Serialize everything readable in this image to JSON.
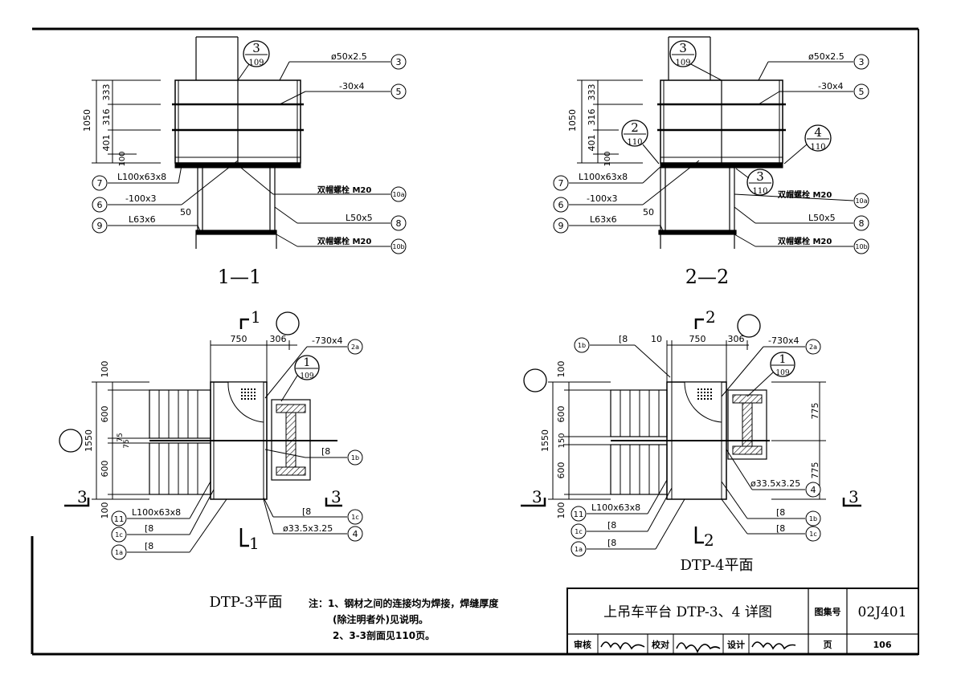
{
  "drawing": {
    "title": "上吊车平台 DTP-3、4 详图",
    "atlas_label": "图集号",
    "atlas_no": "02J401",
    "page_label": "页",
    "page_no": "106",
    "review_label": "审核",
    "check_label": "校对",
    "design_label": "设计"
  },
  "notes": {
    "line1": "注：1、钢材之间的连接均为焊接，焊缝厚度",
    "line2": "(除注明者外)见说明。",
    "line3": "2、3-3剖面见110页。"
  },
  "section_1": {
    "title": "1—1",
    "dims": {
      "total": "1050",
      "d1": "333",
      "d2": "316",
      "d3": "401",
      "d4": "100",
      "d50": "50"
    },
    "ref_top": {
      "num": "3",
      "den": "109"
    },
    "callouts": [
      {
        "text": "ø50x2.5",
        "tag": "3"
      },
      {
        "text": "-30x4",
        "tag": "5"
      },
      {
        "text": "双帽螺栓 M20",
        "tag": "10a"
      },
      {
        "text": "L50x5",
        "tag": "8"
      },
      {
        "text": "双帽螺栓 M20",
        "tag": "10b"
      }
    ],
    "left_callouts": [
      {
        "tag": "7",
        "text": "L100x63x8"
      },
      {
        "tag": "6",
        "text": "-100x3"
      },
      {
        "tag": "9",
        "text": "L63x6"
      }
    ]
  },
  "section_2": {
    "title": "2—2",
    "dims": {
      "total": "1050",
      "d1": "333",
      "d2": "316",
      "d3": "401",
      "d4": "100",
      "d50": "50"
    },
    "ref_top": {
      "num": "3",
      "den": "109"
    },
    "ref_a": {
      "num": "2",
      "den": "110"
    },
    "ref_b": {
      "num": "4",
      "den": "110"
    },
    "ref_c": {
      "num": "3",
      "den": "110"
    },
    "callouts": [
      {
        "text": "ø50x2.5",
        "tag": "3"
      },
      {
        "text": "-30x4",
        "tag": "5"
      },
      {
        "text": "双帽螺栓 M20",
        "tag": "10a"
      },
      {
        "text": "L50x5",
        "tag": "8"
      },
      {
        "text": "双帽螺栓 M20",
        "tag": "10b"
      }
    ],
    "left_callouts": [
      {
        "tag": "7",
        "text": "L100x63x8"
      },
      {
        "tag": "6",
        "text": "-100x3"
      },
      {
        "tag": "9",
        "text": "L63x6"
      }
    ]
  },
  "plan_3": {
    "title": "DTP-3平面",
    "cut_top": "1",
    "cut_bottom": "1",
    "cut_side": "3",
    "dims_h": {
      "a": "750",
      "b": "306"
    },
    "dims_v": {
      "total": "1550",
      "a": "100",
      "b": "600",
      "c": "75",
      "d": "75",
      "e": "600",
      "f": "100"
    },
    "ref": {
      "num": "1",
      "den": "109"
    },
    "callouts": [
      {
        "text": "-730x4",
        "tag": "2a"
      },
      {
        "text": "[8",
        "tag": "1b"
      },
      {
        "text": "[8",
        "tag": "1c"
      },
      {
        "text": "ø33.5x3.25",
        "tag": "4"
      }
    ],
    "left_callouts": [
      {
        "tag": "11",
        "text": "L100x63x8"
      },
      {
        "tag": "1c",
        "text": "[8"
      },
      {
        "tag": "1a",
        "text": "[8"
      }
    ]
  },
  "plan_4": {
    "title": "DTP-4平面",
    "cut_top": "2",
    "cut_bottom": "2",
    "cut_side": "3",
    "dims_h": {
      "a": "10",
      "b": "750",
      "c": "306"
    },
    "dims_v": {
      "total": "1550",
      "a": "100",
      "b": "600",
      "c": "150",
      "e": "600",
      "f": "100"
    },
    "dims_r": {
      "a": "775",
      "b": "775"
    },
    "ref": {
      "num": "1",
      "den": "109"
    },
    "callouts": [
      {
        "text": "[8",
        "tag": "1b"
      },
      {
        "text": "-730x4",
        "tag": "2a"
      },
      {
        "text": "ø33.5x3.25",
        "tag": "4"
      },
      {
        "text": "[8",
        "tag": "1b"
      },
      {
        "text": "[8",
        "tag": "1c"
      }
    ],
    "left_callouts": [
      {
        "tag": "11",
        "text": "L100x63x8"
      },
      {
        "tag": "1c",
        "text": "[8"
      },
      {
        "tag": "1a",
        "text": "[8"
      }
    ]
  }
}
